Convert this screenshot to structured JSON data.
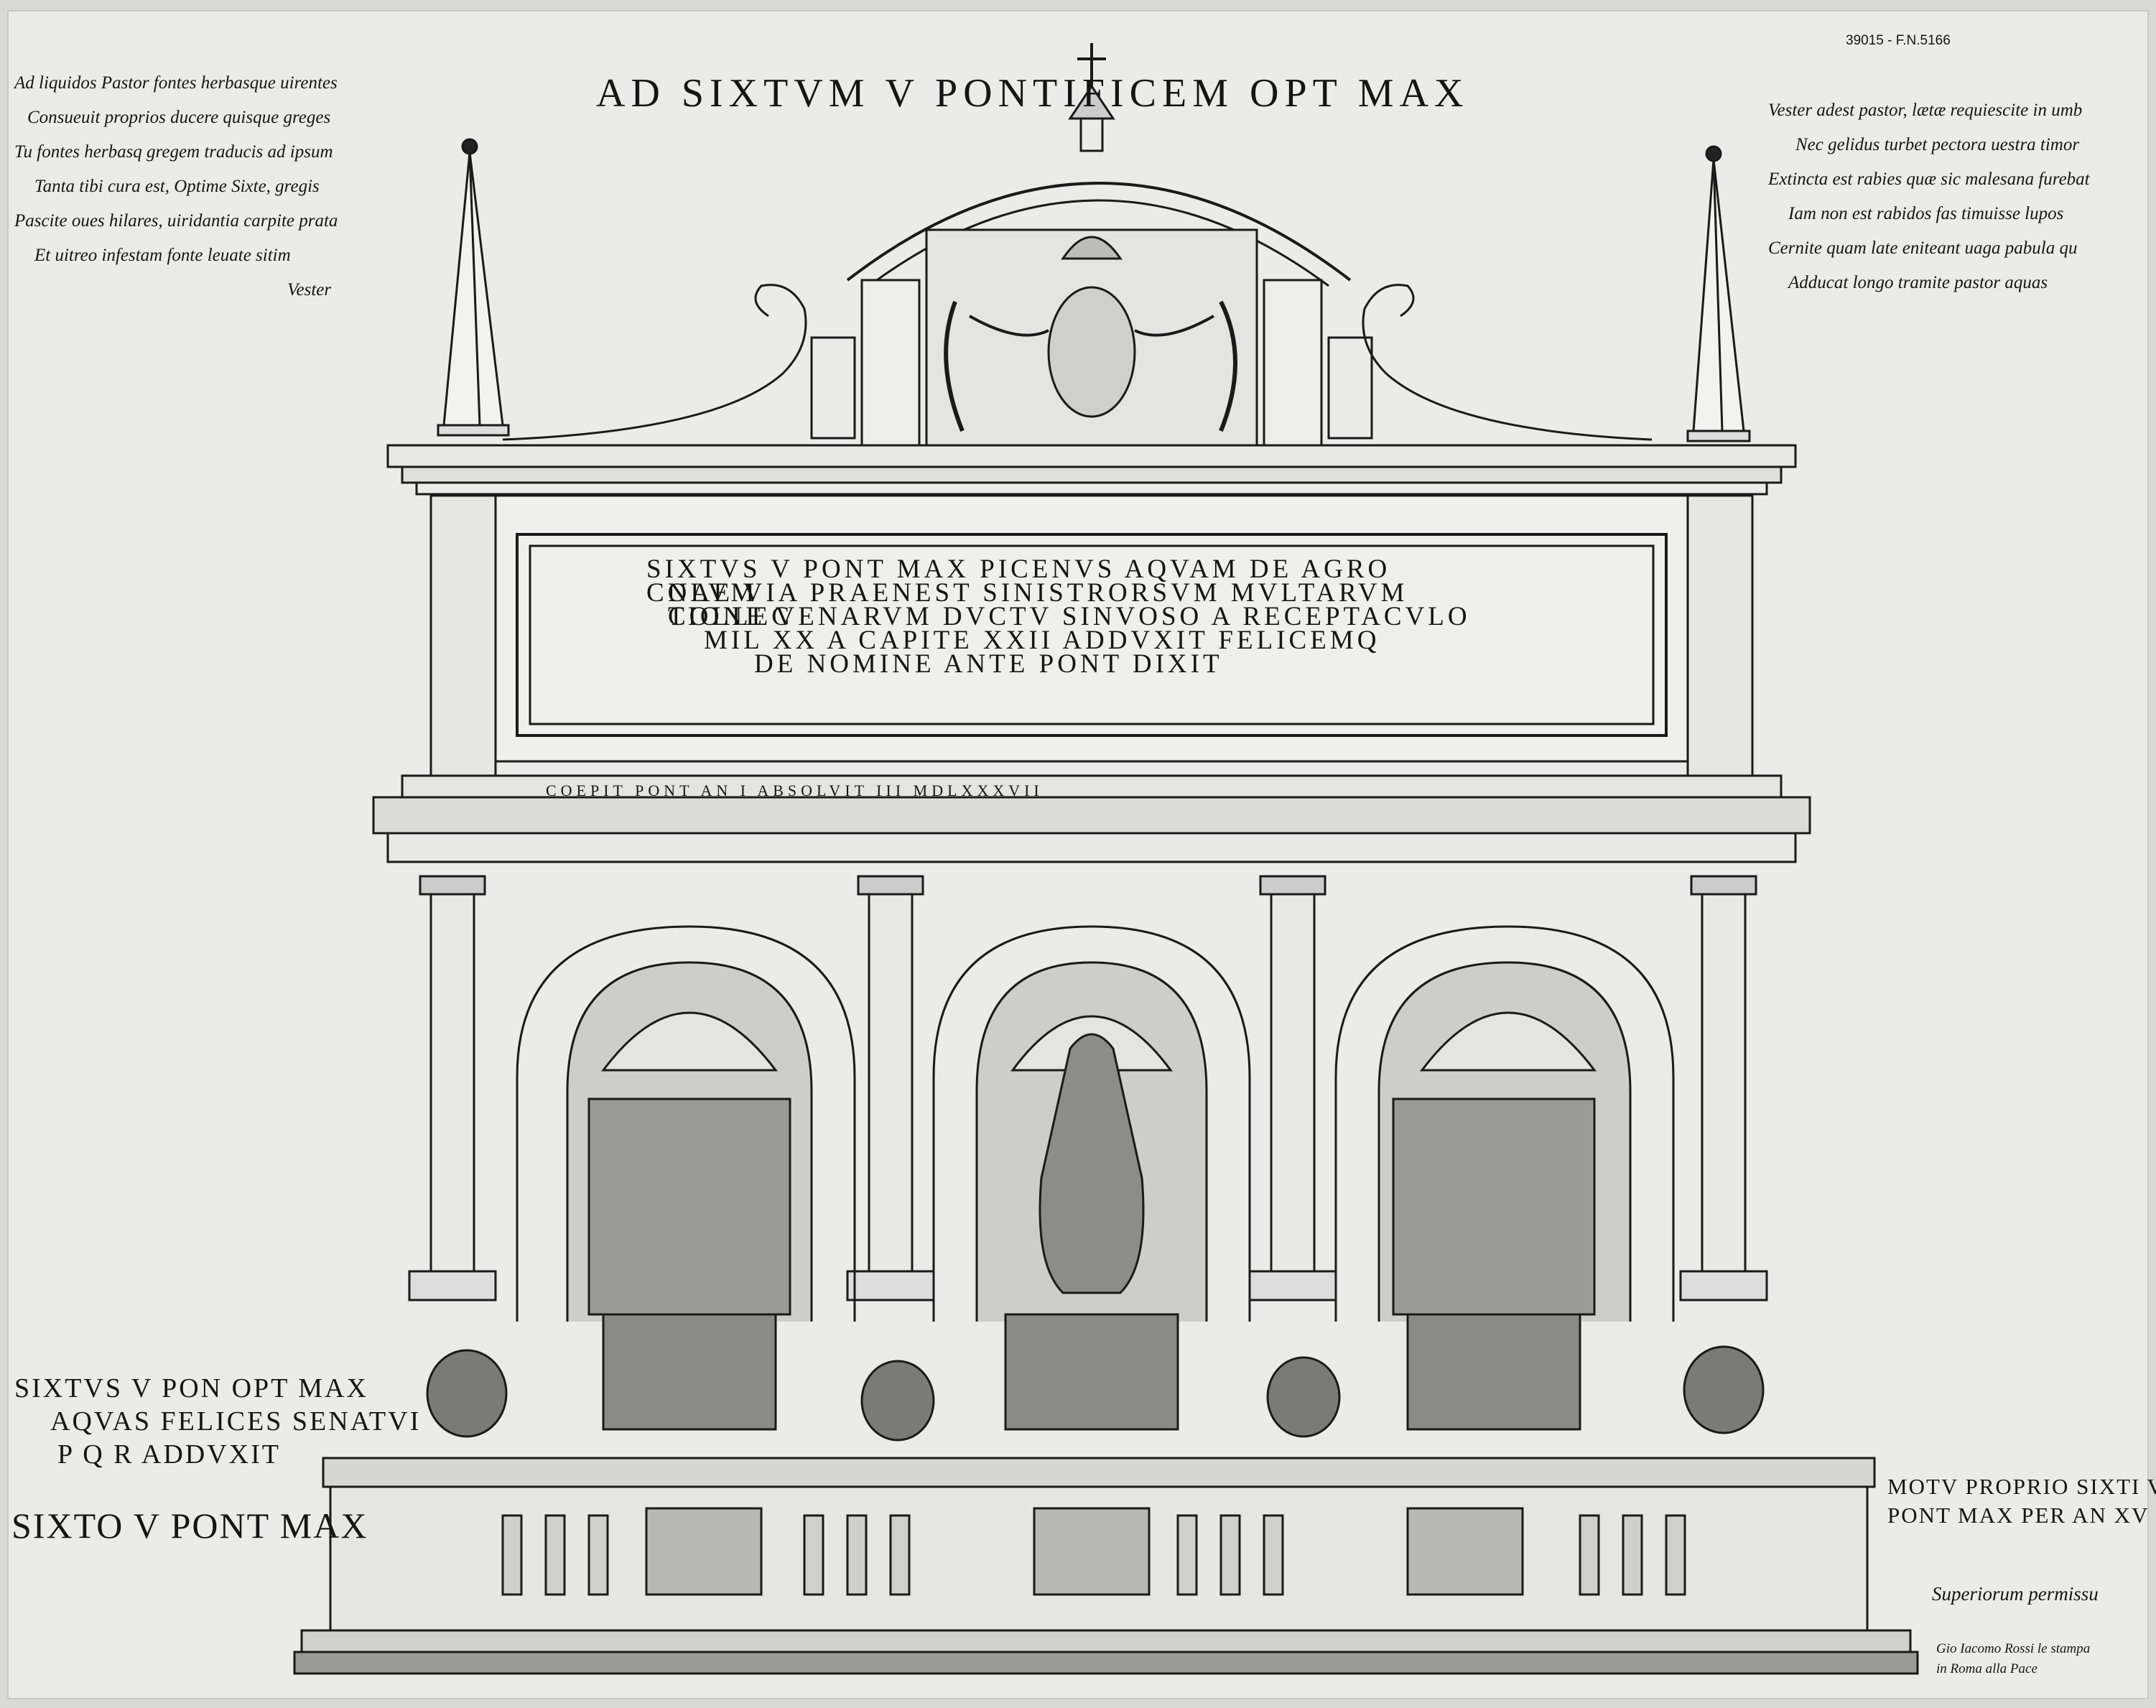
{
  "title": "AD SIXTVM V PONTIFICEM OPT MAX",
  "archive_number": "39015 - F.N.5166",
  "poem_left": [
    "Ad liquidos Pastor fontes herbasque uirentes",
    "Consueuit proprios ducere quisque greges",
    "Tu fontes herbasq gregem traducis ad ipsum",
    "Tanta tibi cura est, Optime Sixte, gregis",
    "Pascite oues hilares, uiridantia carpite prata",
    "Et uitreo infestam fonte leuate sitim",
    "Vester"
  ],
  "poem_right": [
    "Vester adest pastor, lætæ requiescite in umb",
    "Nec gelidus turbet pectora uestra timor",
    "Extincta est rabies quæ sic malesana furebat",
    "Iam non est rabidos fas timuisse lupos",
    "Cernite quam late eniteant uaga pabula qu",
    "Adducat longo tramite pastor aquas"
  ],
  "inscription": [
    "SIXTVS V PONT MAX PICENVS AQVAM DE AGRO COLVM",
    "NAE VIA PRAENEST SINISTRORSVM MVLTARVM COLLEC",
    "TIONE VENARVM DVCTV SINVOSO A RECEPTACVLO",
    "MIL XX A CAPITE XXII ADDVXIT FELICEMQ",
    "DE NOMINE ANTE PONT DIXIT"
  ],
  "frieze_text": "COEPIT PONT AN I ABSOLVIT III MDLXXXVII",
  "left_caption": [
    "SIXTVS V PON OPT MAX",
    "AQVAS FELICES SENATVI",
    "P Q R ADDVXIT"
  ],
  "left_caption_large": "SIXTO V PONT MAX",
  "right_caption": [
    "MOTV PROPRIO SIXTI V",
    "PONT MAX PER AN XV"
  ],
  "permission": "Superiorum permissu",
  "publisher": [
    "Gio Iacomo Rossi le stampa",
    "in Roma alla Pace"
  ],
  "colors": {
    "paper": "#ebebe9",
    "ink": "#151515",
    "shade": "#555555"
  }
}
